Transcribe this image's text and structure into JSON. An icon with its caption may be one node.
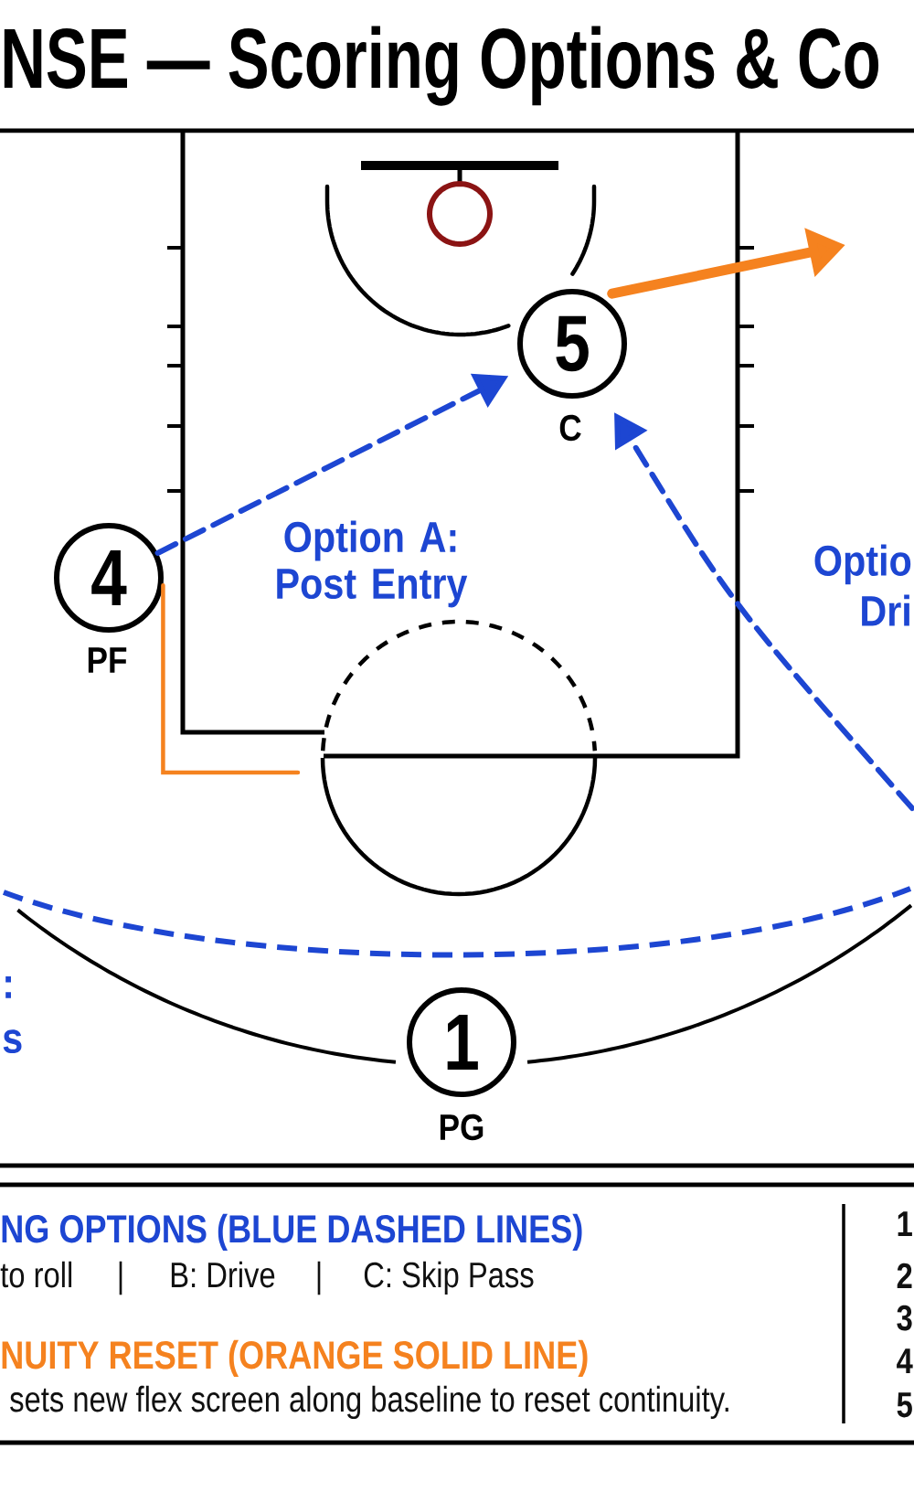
{
  "diagram": {
    "title": "NSE — Scoring Options & Co",
    "nodes": [
      {
        "text": [
          "5"
        ],
        "beside": [
          "C"
        ]
      },
      {
        "text": [
          "4"
        ],
        "beside": [
          "PF"
        ]
      },
      {
        "text": [
          "1"
        ],
        "beside": [
          "PG"
        ]
      }
    ],
    "edges": [
      {
        "from": 1,
        "to": 0,
        "arrow": "to",
        "style": "dashed",
        "color": "#1d46d2"
      },
      {
        "from": null,
        "to": 0,
        "arrow": "to",
        "style": "dashed",
        "color": "#1d46d2"
      },
      {
        "from": 0,
        "to": null,
        "arrow": "to",
        "style": "thick",
        "color": "#f5821f"
      },
      {
        "from": 1,
        "to": null,
        "arrow": "none",
        "color": "#f5821f"
      }
    ],
    "labels": [
      "Option A: Post Entry",
      "Optio Dri",
      ": s",
      "NG OPTIONS (BLUE DASHED LINES)",
      "to roll",
      "|",
      "B: Drive",
      "|",
      "C: Skip Pass",
      "NUITY RESET (ORANGE SOLID LINE)",
      "sets new flex screen along baseline to reset continuity.",
      "1",
      "2",
      "3",
      "4",
      "5"
    ]
  }
}
